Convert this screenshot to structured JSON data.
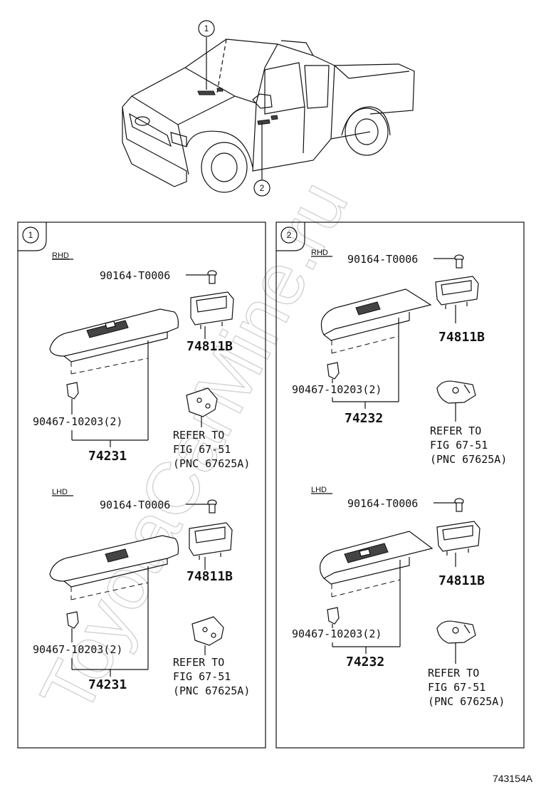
{
  "callouts": {
    "one": "1",
    "two": "2"
  },
  "watermark": "ToyotaCarMine.ru",
  "figure_id": "743154A",
  "panels": {
    "left": {
      "number": "1",
      "rhd": {
        "label": "RHD",
        "screw_part": "90164-T0006",
        "cover_part": "74811B",
        "clip_part": "90467-10203(2)",
        "switch_part": "74231",
        "refer_line1": "REFER TO",
        "refer_line2": "FIG 67-51",
        "refer_line3": "(PNC 67625A)"
      },
      "lhd": {
        "label": "LHD",
        "screw_part": "90164-T0006",
        "cover_part": "74811B",
        "clip_part": "90467-10203(2)",
        "switch_part": "74231",
        "refer_line1": "REFER TO",
        "refer_line2": "FIG 67-51",
        "refer_line3": "(PNC 67625A)"
      }
    },
    "right": {
      "number": "2",
      "rhd": {
        "label": "RHD",
        "screw_part": "90164-T0006",
        "cover_part": "74811B",
        "clip_part": "90467-10203(2)",
        "switch_part": "74232",
        "refer_line1": "REFER TO",
        "refer_line2": "FIG 67-51",
        "refer_line3": "(PNC 67625A)"
      },
      "lhd": {
        "label": "LHD",
        "screw_part": "90164-T0006",
        "cover_part": "74811B",
        "clip_part": "90467-10203(2)",
        "switch_part": "74232",
        "refer_line1": "REFER TO",
        "refer_line2": "FIG 67-51",
        "refer_line3": "(PNC 67625A)"
      }
    }
  }
}
